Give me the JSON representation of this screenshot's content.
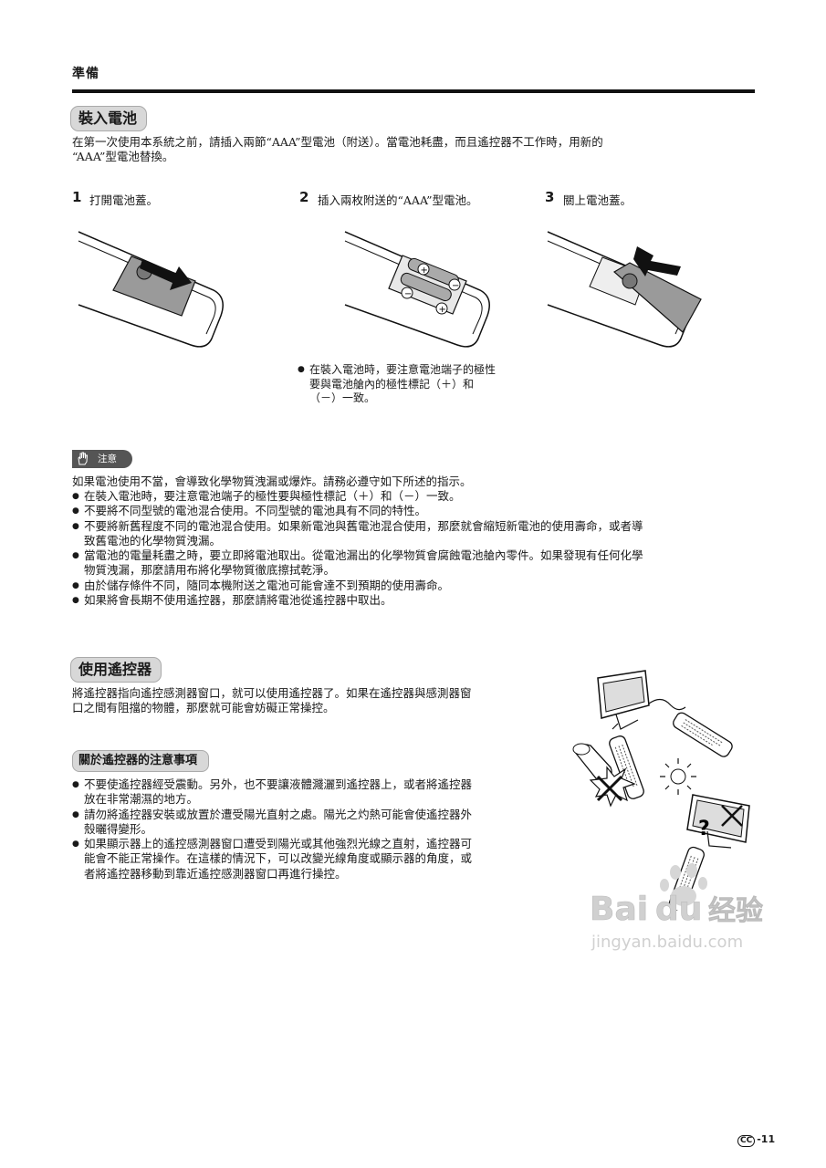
{
  "header": {
    "section": "準備"
  },
  "battery": {
    "title": "裝入電池",
    "intro_line1": "在第一次使用本系統之前，請插入兩節“AAA”型電池（附送）。當電池耗盡，而且遙控器不工作時，用新的",
    "intro_line2": "“AAA”型電池替換。",
    "steps": [
      {
        "num": "1",
        "text": "打開電池蓋。"
      },
      {
        "num": "2",
        "text": "插入兩枚附送的“AAA”型電池。"
      },
      {
        "num": "3",
        "text": "關上電池蓋。"
      }
    ],
    "polarity_note": [
      "在裝入電池時，要注意電池端子的極性",
      "要與電池艙內的極性標記（＋）和",
      "（－）一致。"
    ]
  },
  "caution": {
    "badge": "注意",
    "lead": "如果電池使用不當，會導致化學物質洩漏或爆炸。請務必遵守如下所述的指示。",
    "items": [
      [
        "在裝入電池時，要注意電池端子的極性要與極性標記（＋）和（－）一致。"
      ],
      [
        "不要將不同型號的電池混合使用。不同型號的電池具有不同的特性。"
      ],
      [
        "不要將新舊程度不同的電池混合使用。如果新電池與舊電池混合使用，那麼就會縮短新電池的使用壽命，或者導",
        "致舊電池的化學物質洩漏。"
      ],
      [
        "當電池的電量耗盡之時，要立即將電池取出。從電池漏出的化學物質會腐蝕電池艙內零件。如果發現有任何化學",
        "物質洩漏，那麼請用布將化學物質徹底擦拭乾淨。"
      ],
      [
        "由於儲存條件不同，隨同本機附送之電池可能會達不到預期的使用壽命。"
      ],
      [
        "如果將會長期不使用遙控器，那麼請將電池從遙控器中取出。"
      ]
    ]
  },
  "remote": {
    "title": "使用遙控器",
    "intro_line1": "將遙控器指向遙控感測器窗口，就可以使用遙控器了。如果在遙控器與感測器窗",
    "intro_line2": "口之間有阻擋的物體，那麼就可能會妨礙正常操控。",
    "notes_title": "關於遙控器的注意事項",
    "notes": [
      [
        "不要使遙控器經受震動。另外，也不要讓液體濺灑到遙控器上，或者將遙控器",
        "放在非常潮濕的地方。"
      ],
      [
        "請勿將遙控器安裝或放置於遭受陽光直射之處。陽光之灼熱可能會使遙控器外",
        "殼曬得變形。"
      ],
      [
        "如果顯示器上的遙控感測器窗口遭受到陽光或其他強烈光線之直射，遙控器可",
        "能會不能正常操作。在這樣的情況下，可以改變光線角度或顯示器的角度，或",
        "者將遙控器移動到靠近遙控感測器窗口再進行操控。"
      ]
    ]
  },
  "watermark": {
    "brand": "Bai",
    "brand2": "du",
    "cn": "经验",
    "url": "jingyan.baidu.com"
  },
  "footer": {
    "badge": "CC",
    "page": "-11"
  },
  "icons": [
    "hand-caution-icon",
    "plus-icon",
    "minus-icon",
    "arrow-icon",
    "sun-icon",
    "question-icon",
    "cross-icon"
  ]
}
